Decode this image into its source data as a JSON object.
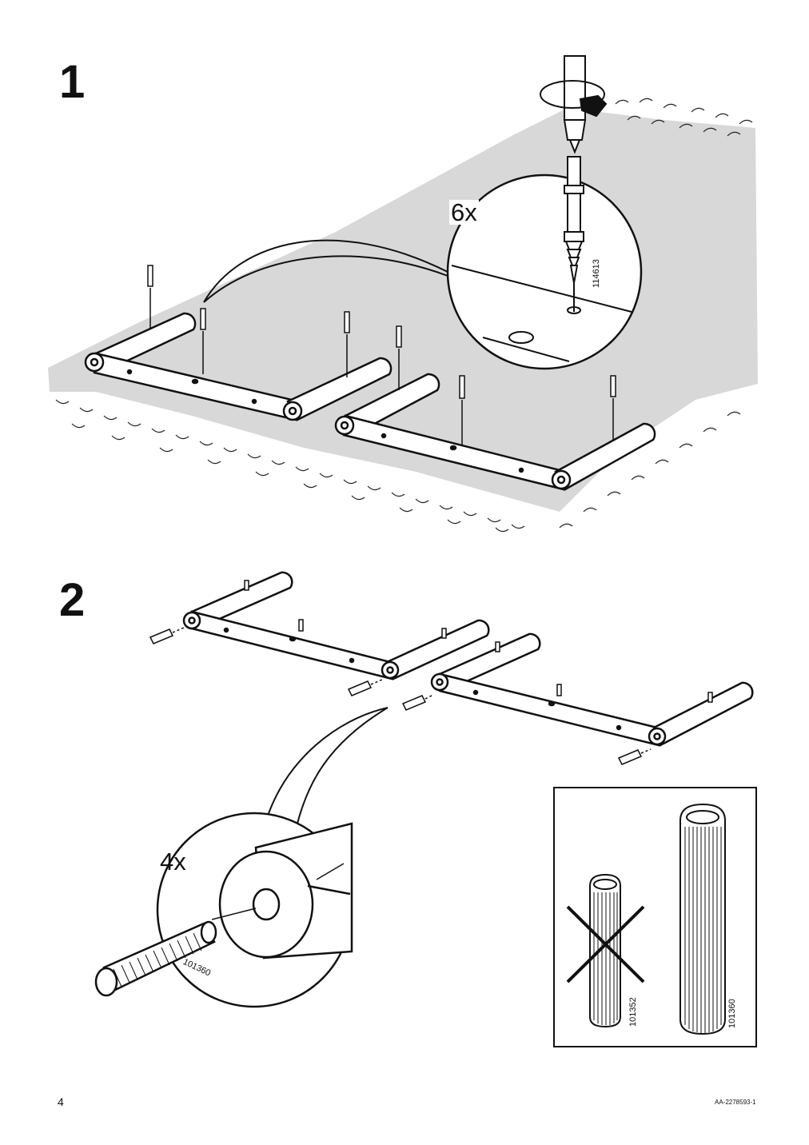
{
  "steps": [
    {
      "number": "1",
      "quantity": "6x",
      "part_code": "114613"
    },
    {
      "number": "2",
      "quantity": "4x",
      "part_code": "101360"
    }
  ],
  "comparison": {
    "wrong_part_code": "101352",
    "correct_part_code": "101360"
  },
  "footer": {
    "page_number": "4",
    "document_code": "AA-2278593-1"
  },
  "colors": {
    "floor": "#d8d8d8",
    "ink": "#111111"
  }
}
